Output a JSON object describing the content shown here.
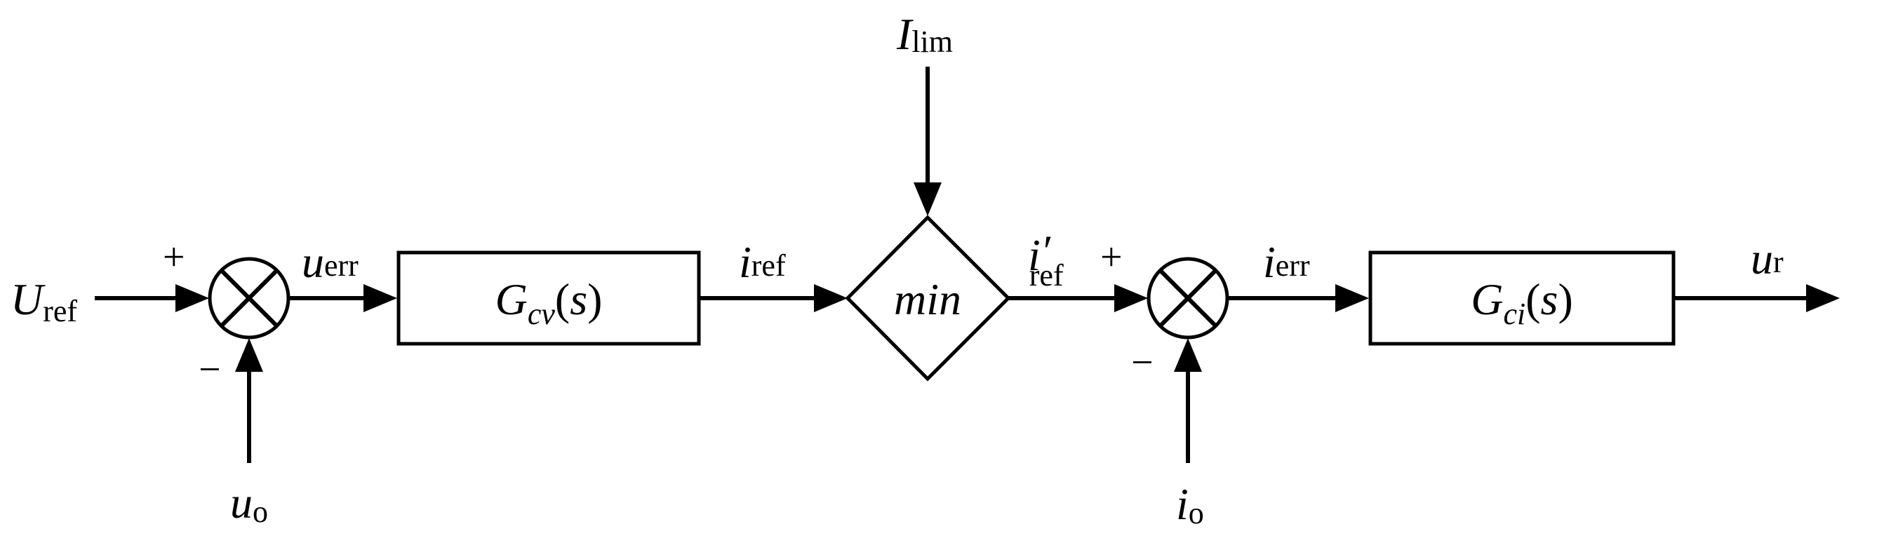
{
  "diagram": {
    "inputs": {
      "U_ref": {
        "base": "U",
        "sub": "ref"
      },
      "u_o": {
        "base": "u",
        "sub": "o"
      },
      "I_lim": {
        "base": "I",
        "sub": "lim"
      },
      "i_o": {
        "base": "i",
        "sub": "o"
      }
    },
    "signals": {
      "u_err": {
        "base": "u",
        "sub": "err"
      },
      "i_ref": {
        "base": "i",
        "sub": "ref"
      },
      "i_ref_prime": {
        "base": "i",
        "prime": "′",
        "sub": "ref"
      },
      "i_err": {
        "base": "i",
        "sub": "err"
      },
      "u_r": {
        "base": "u",
        "sub": "r"
      }
    },
    "blocks": {
      "gcv": {
        "pre": "G",
        "sub": "cv",
        "post": "(",
        "var": "s",
        "close": ")"
      },
      "min": {
        "label": "min"
      },
      "gci": {
        "pre": "G",
        "sub": "ci",
        "post": "(",
        "var": "s",
        "close": ")"
      }
    },
    "signs": {
      "sum1_plus": "+",
      "sum1_minus": "−",
      "sum2_plus": "+",
      "sum2_minus": "−"
    }
  }
}
